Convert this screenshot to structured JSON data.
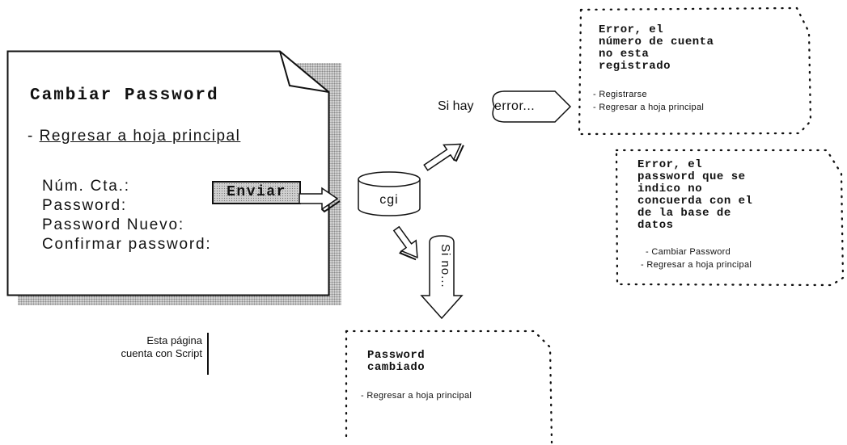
{
  "main_page": {
    "title": "Cambiar Password",
    "link": "Regresar a hoja principal",
    "fields": [
      "Núm. Cta.:",
      "Password:",
      "Password Nuevo:",
      "Confirmar password:"
    ],
    "submit_label": "Enviar"
  },
  "processor": {
    "label": "cgi"
  },
  "branches": {
    "error_prefix": "Si hay",
    "error_tag": "error...",
    "success_tag": "Si no..."
  },
  "results": {
    "account_error": {
      "title_lines": [
        "Error, el",
        "número de cuenta",
        "no esta",
        "registrado"
      ],
      "links": [
        "- Registrarse",
        "- Regresar a hoja principal"
      ]
    },
    "password_error": {
      "title_lines": [
        "Error, el",
        "password que se",
        "indico no",
        "concuerda con el",
        "de la base de",
        "datos"
      ],
      "links": [
        "- Cambiar Password",
        "- Regresar a hoja principal"
      ]
    },
    "changed": {
      "title_lines": [
        "Password",
        "cambiado"
      ],
      "links": [
        "- Regresar a hoja principal"
      ]
    }
  },
  "note": {
    "lines": [
      "Esta página",
      "cuenta con Script"
    ]
  }
}
